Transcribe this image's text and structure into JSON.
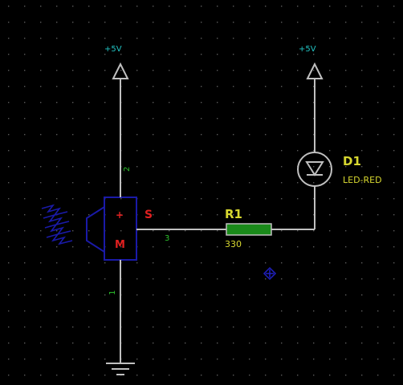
{
  "colors": {
    "background": "#000000",
    "grid_dot": "#5a5a5a",
    "wire": "#c0c0c0",
    "component_body": "#1a1aa8",
    "resistor_fill": "#1a8a1a",
    "terminal_label": "#22c4c4",
    "pin_number": "#2cc22c",
    "reference": "#d8d830",
    "sensor_letters": "#e02020",
    "probe_marker": "#2020c0"
  },
  "power_terminals": [
    {
      "label": "+5V",
      "icon": "power-arrow-icon"
    },
    {
      "label": "+5V",
      "icon": "power-arrow-icon"
    }
  ],
  "sensor": {
    "icon": "ir-receiver-icon",
    "plus_label": "+",
    "minus_label": "M",
    "signal_label": "S",
    "pins": {
      "top": "2",
      "signal": "3",
      "bottom": "1"
    }
  },
  "resistor": {
    "reference": "R1",
    "value": "330",
    "icon": "resistor-icon"
  },
  "led": {
    "reference": "D1",
    "value": "LED-RED",
    "icon": "led-diode-icon"
  },
  "ground": {
    "icon": "ground-icon"
  },
  "probe": {
    "icon": "probe-marker-icon"
  }
}
